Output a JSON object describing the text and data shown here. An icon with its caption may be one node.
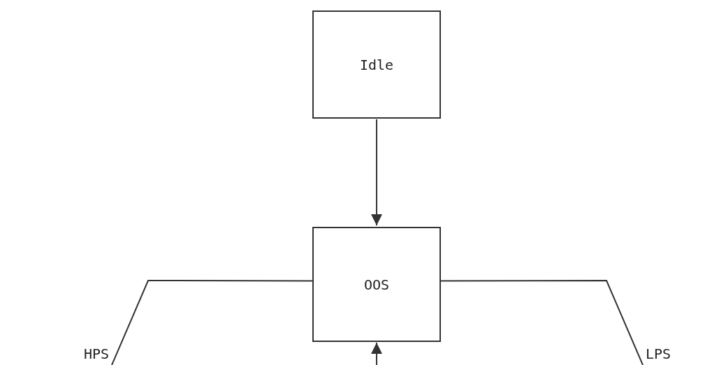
{
  "diagram": {
    "nodes": [
      {
        "text": [
          "Idle"
        ]
      },
      {
        "text": [
          "OOS"
        ]
      }
    ],
    "edges": [
      {
        "from": 0,
        "to": 1,
        "arrow": "to"
      },
      {
        "from": 1,
        "to": null,
        "arrow": "none",
        "label": "HPS"
      },
      {
        "from": 1,
        "to": null,
        "arrow": "none",
        "label": "LPS"
      },
      {
        "from": null,
        "to": 1,
        "arrow": "to"
      }
    ]
  }
}
